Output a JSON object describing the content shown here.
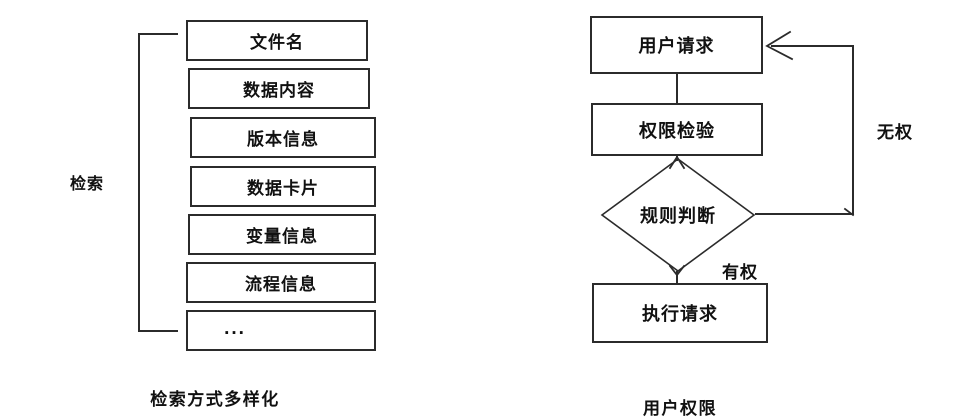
{
  "page": {
    "background": "#ffffff",
    "stroke_color": "#2b2b2b",
    "text_color": "#111111"
  },
  "left_diagram": {
    "caption": "检索方式多样化",
    "bracket_label": "检索",
    "items": [
      {
        "label": "文件名"
      },
      {
        "label": "数据内容"
      },
      {
        "label": "版本信息"
      },
      {
        "label": "数据卡片"
      },
      {
        "label": "变量信息"
      },
      {
        "label": "流程信息"
      },
      {
        "label": "..."
      }
    ]
  },
  "right_diagram": {
    "caption": "用户权限",
    "nodes": [
      {
        "id": "request",
        "label": "用户请求",
        "shape": "rect"
      },
      {
        "id": "check",
        "label": "权限检验",
        "shape": "rect"
      },
      {
        "id": "rule",
        "label": "规则判断",
        "shape": "diamond"
      },
      {
        "id": "execute",
        "label": "执行请求",
        "shape": "rect"
      }
    ],
    "edges": [
      {
        "from": "request",
        "to": "check",
        "label": ""
      },
      {
        "from": "check",
        "to": "rule",
        "label": ""
      },
      {
        "from": "rule",
        "to": "execute",
        "label": "有权"
      },
      {
        "from": "rule",
        "to": "request",
        "label": "无权"
      }
    ],
    "edge_labels": {
      "no_permission": "无权",
      "has_permission": "有权"
    }
  }
}
